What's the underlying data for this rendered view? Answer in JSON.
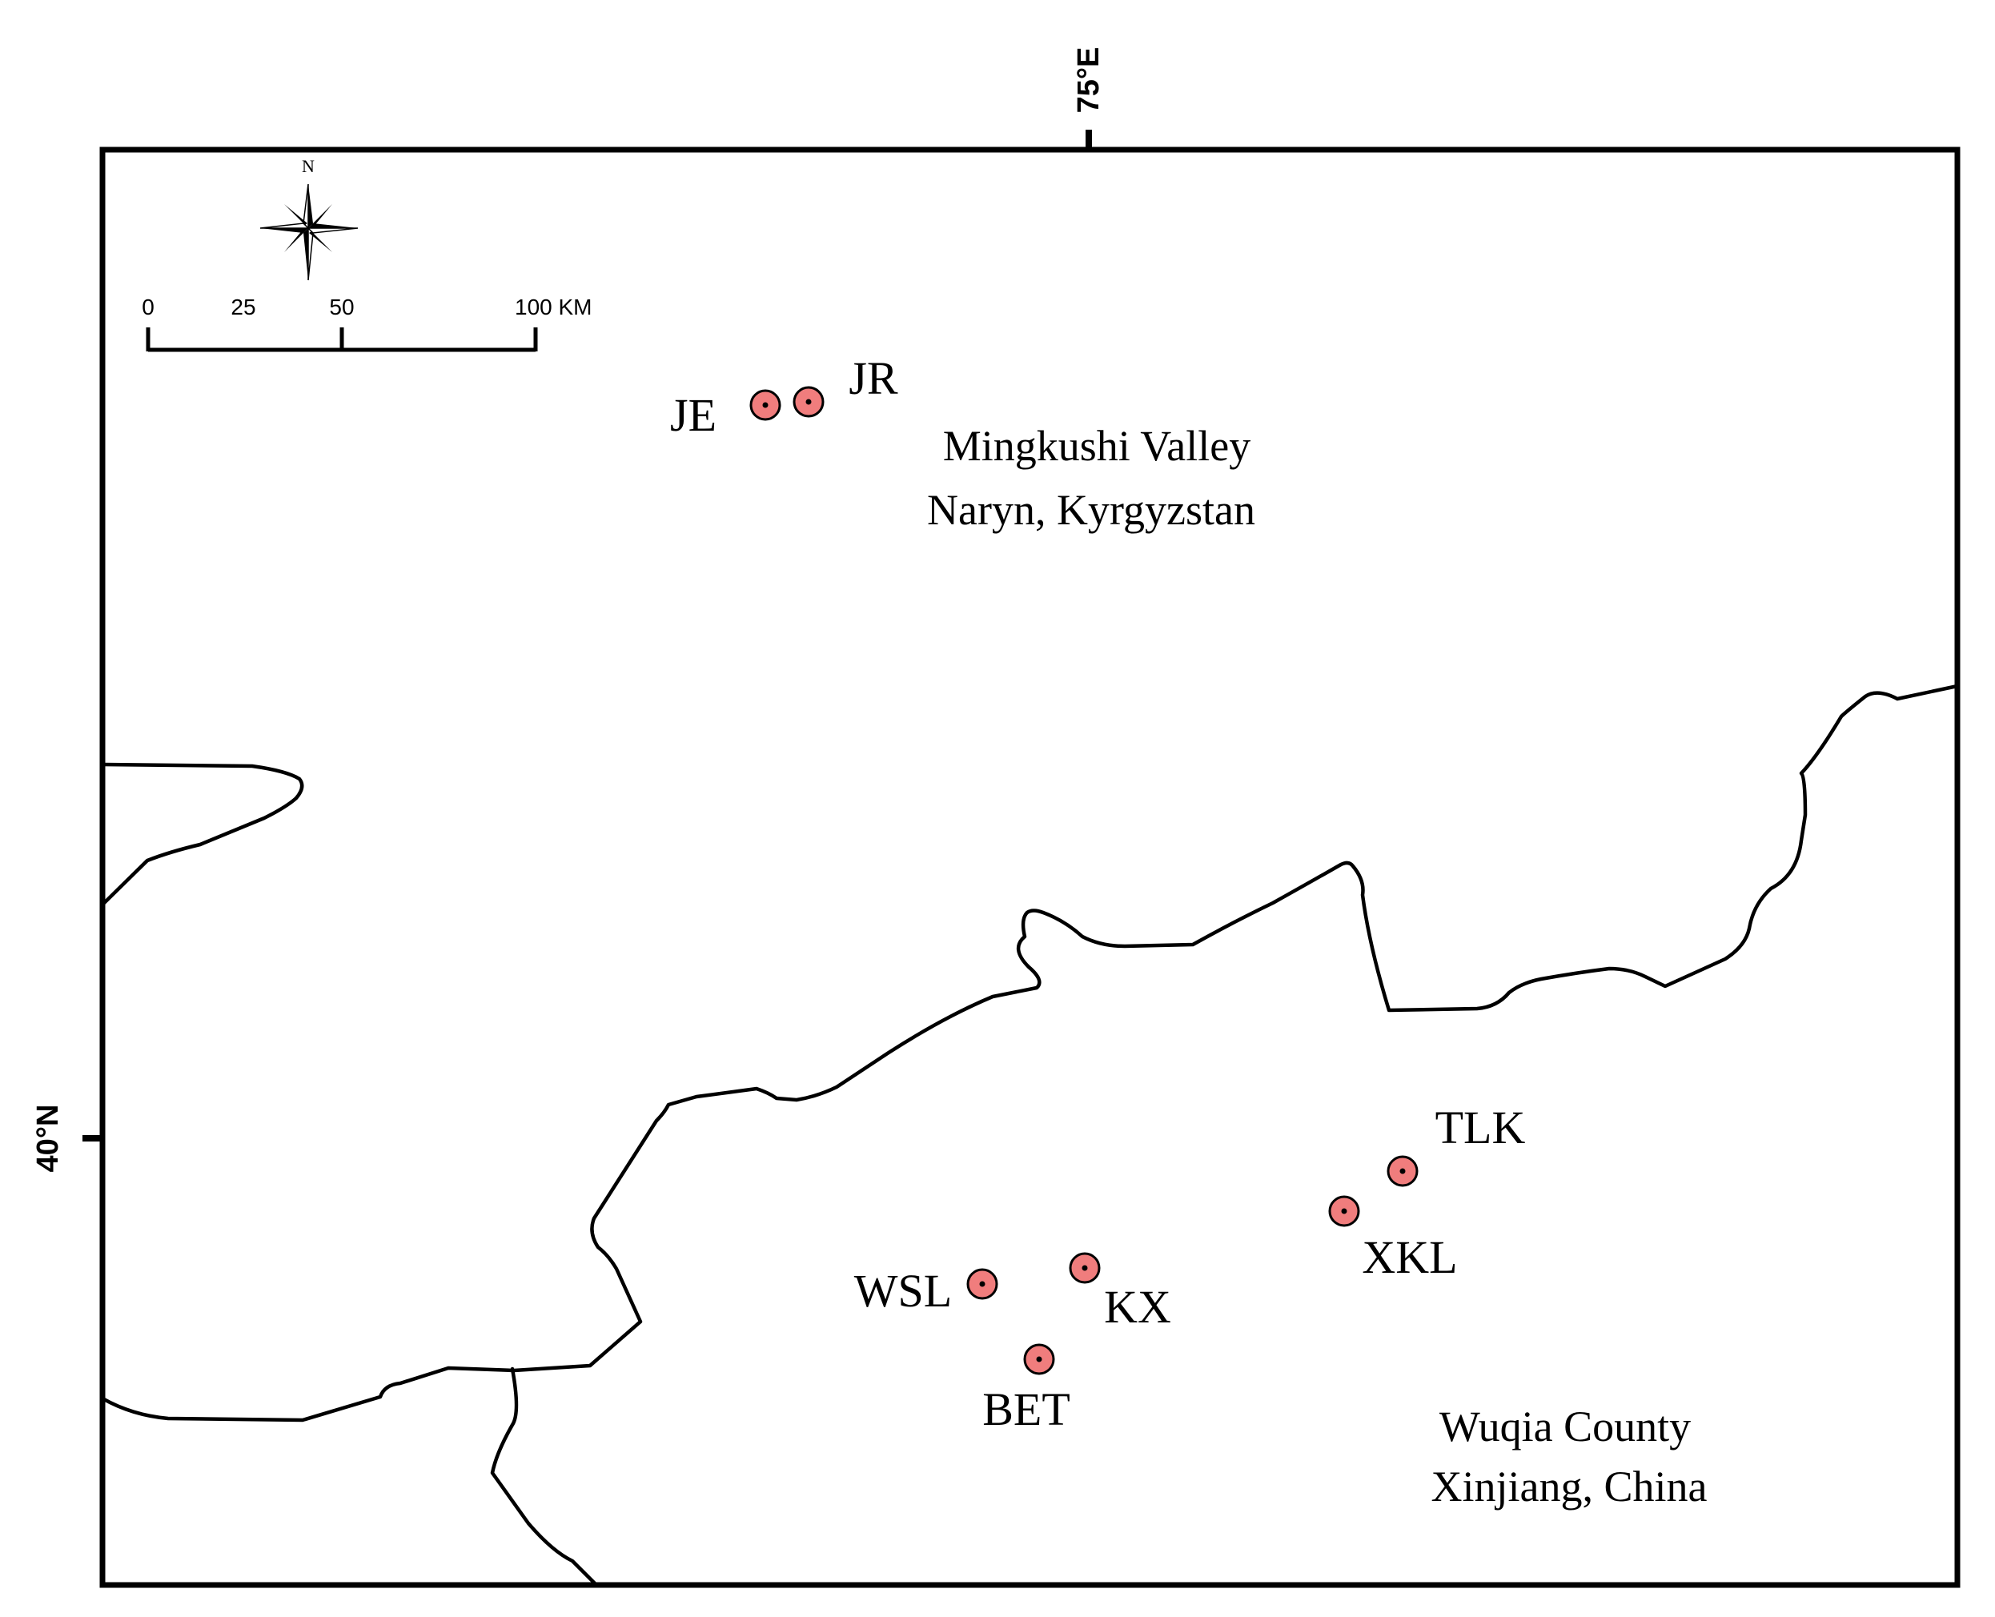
{
  "map": {
    "graticule": {
      "longitude_label": "75°E",
      "latitude_label": "40°N"
    },
    "north_arrow": {
      "label": "N"
    },
    "scale_bar": {
      "ticks": [
        "0",
        "25",
        "50",
        "100 KM"
      ]
    },
    "regions": {
      "north_line1": "Mingkushi Valley",
      "north_line2": "Naryn, Kyrgyzstan",
      "south_line1": "Wuqia County",
      "south_line2": "Xinjiang, China"
    },
    "sites": [
      {
        "code": "JE"
      },
      {
        "code": "JR"
      },
      {
        "code": "TLK"
      },
      {
        "code": "XKL"
      },
      {
        "code": "WSL"
      },
      {
        "code": "KX"
      },
      {
        "code": "BET"
      }
    ],
    "colors": {
      "site_fill": "#f07d7d",
      "site_stroke": "#000000",
      "line": "#000000",
      "background": "#ffffff"
    }
  }
}
